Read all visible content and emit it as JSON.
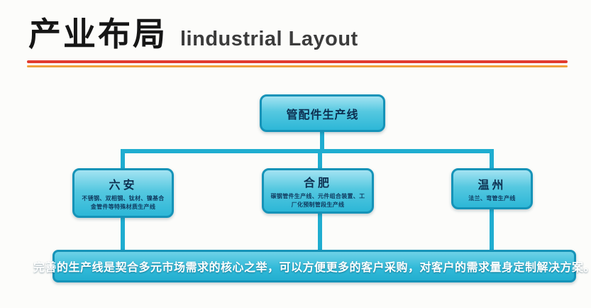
{
  "header": {
    "title_zh": "产业布局",
    "title_en": "lindustrial Layout"
  },
  "diagram": {
    "root": {
      "label": "管配件生产线"
    },
    "nodes": [
      {
        "name": "六安",
        "desc": "不锈钢、双相钢、钛材、镍基合金管件等特殊材质生产线"
      },
      {
        "name": "合肥",
        "desc": "碳钢管件生产线、元件组合装置、工厂化预制管段生产线"
      },
      {
        "name": "温州",
        "desc": "法兰、弯管生产线"
      }
    ],
    "summary": "完善的生产线是契合多元市场需求的核心之举，可以方便更多的客户采购，对客户的需求量身定制解决方案。"
  },
  "colors": {
    "box_border": "#1593b8",
    "box_gradient_top": "#a3e3f2",
    "box_gradient_bottom": "#2db7d7",
    "connector": "#1fadd0",
    "rule_red": "#e23a2e",
    "rule_orange": "#efa23c",
    "title_text": "#161616",
    "node_text": "#0d2f50",
    "summary_text": "#ffffff"
  }
}
